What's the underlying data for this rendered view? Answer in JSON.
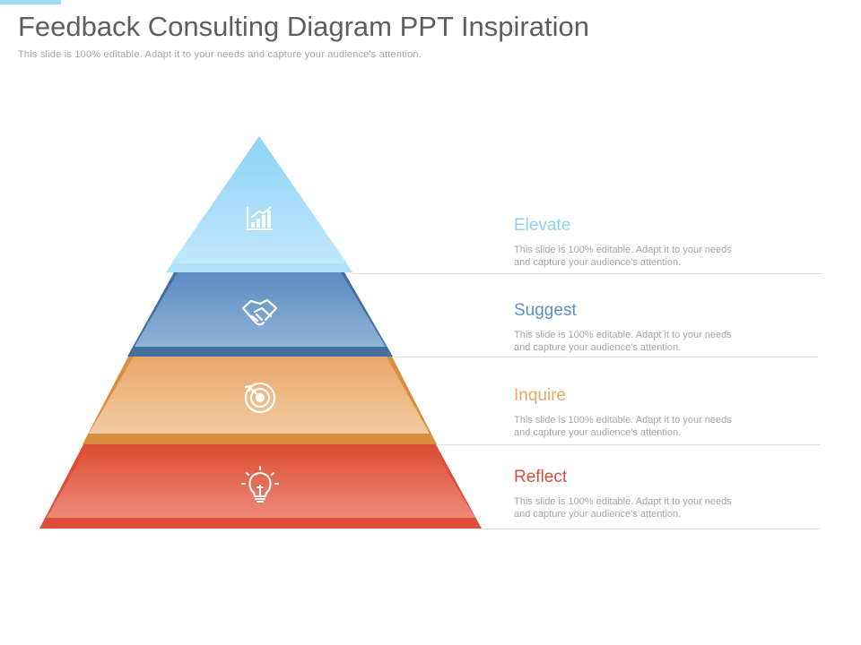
{
  "slide": {
    "title": "Feedback Consulting Diagram PPT Inspiration",
    "subtitle": "This slide is 100% editable. Adapt it to your needs and capture your audience's attention."
  },
  "levels": [
    {
      "heading": "Elevate",
      "description": "This slide is 100% editable. Adapt it to your needs and capture your audience's attention.",
      "color": "#8fd3f5",
      "icon": "bar-chart-icon"
    },
    {
      "heading": "Suggest",
      "description": "This slide is 100% editable. Adapt it to your needs and capture your audience's attention.",
      "color": "#5d8ec0",
      "icon": "handshake-icon"
    },
    {
      "heading": "Inquire",
      "description": "This slide is 100% editable. Adapt it to your needs and capture your audience's attention.",
      "color": "#e8a86a",
      "icon": "target-icon"
    },
    {
      "heading": "Reflect",
      "description": "This slide is 100% editable. Adapt it to your needs and capture your audience's attention.",
      "color": "#d9503a",
      "icon": "lightbulb-icon"
    }
  ]
}
